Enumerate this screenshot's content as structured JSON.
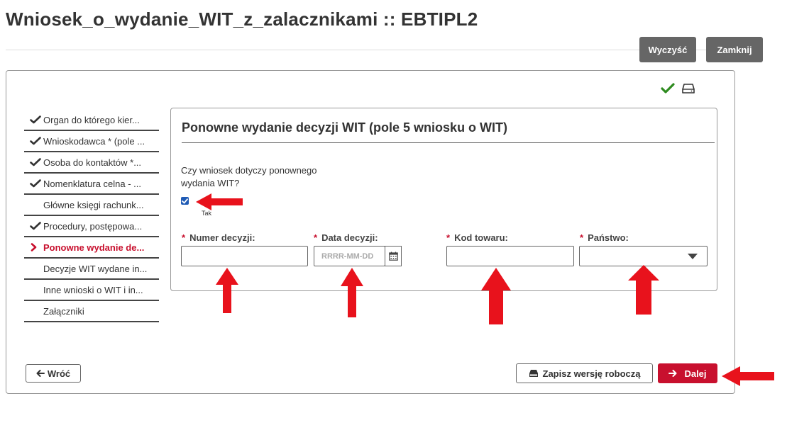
{
  "window": {
    "title": "Wniosek_o_wydanie_WIT_z_zalacznikami :: EBTIPL2"
  },
  "toolbar": {
    "clear_label": "Wyczyść",
    "close_label": "Zamknij"
  },
  "status_icons": [
    "check-icon",
    "hard-drive-icon"
  ],
  "sidebar": {
    "items": [
      {
        "label": "Organ do którego kier...",
        "icon": "check-icon",
        "state": "completed"
      },
      {
        "label": "Wnioskodawca * (pole ...",
        "icon": "check-icon",
        "state": "completed"
      },
      {
        "label": "Osoba do kontaktów *...",
        "icon": "check-icon",
        "state": "completed"
      },
      {
        "label": "Nomenklatura celna - ...",
        "icon": "check-icon",
        "state": "completed"
      },
      {
        "label": "Główne księgi rachunk...",
        "icon": "",
        "state": "pending"
      },
      {
        "label": "Procedury, postępowa...",
        "icon": "check-icon",
        "state": "completed"
      },
      {
        "label": "Ponowne wydanie de...",
        "icon": "chevron-right-icon",
        "state": "active"
      },
      {
        "label": "Decyzje WIT wydane in...",
        "icon": "",
        "state": "pending"
      },
      {
        "label": "Inne wnioski o WIT i in...",
        "icon": "",
        "state": "pending"
      },
      {
        "label": "Załączniki",
        "icon": "",
        "state": "pending"
      }
    ]
  },
  "panel": {
    "title": "Ponowne wydanie decyzji WIT (pole 5 wniosku o WIT)",
    "question": "Czy wniosek dotyczy ponownego wydania WIT?",
    "checkbox": {
      "checked": true,
      "label": "Tak"
    },
    "fields": [
      {
        "label": "Numer decyzji:",
        "required": true,
        "value": "",
        "placeholder": ""
      },
      {
        "label": "Data decyzji:",
        "required": true,
        "value": "",
        "placeholder": "RRRR-MM-DD"
      },
      {
        "label": "Kod towaru:",
        "required": true,
        "value": "",
        "placeholder": ""
      },
      {
        "label": "Państwo:",
        "required": true,
        "value": "",
        "placeholder": ""
      }
    ]
  },
  "footer": {
    "back_label": "Wróć",
    "draft_label": "Zapisz wersję roboczą",
    "next_label": "Dalej"
  },
  "colors": {
    "accent": "#c8102e",
    "check": "#2e8b1f",
    "checkbox": "#1f5bb5",
    "annotation": "#e8121c"
  }
}
